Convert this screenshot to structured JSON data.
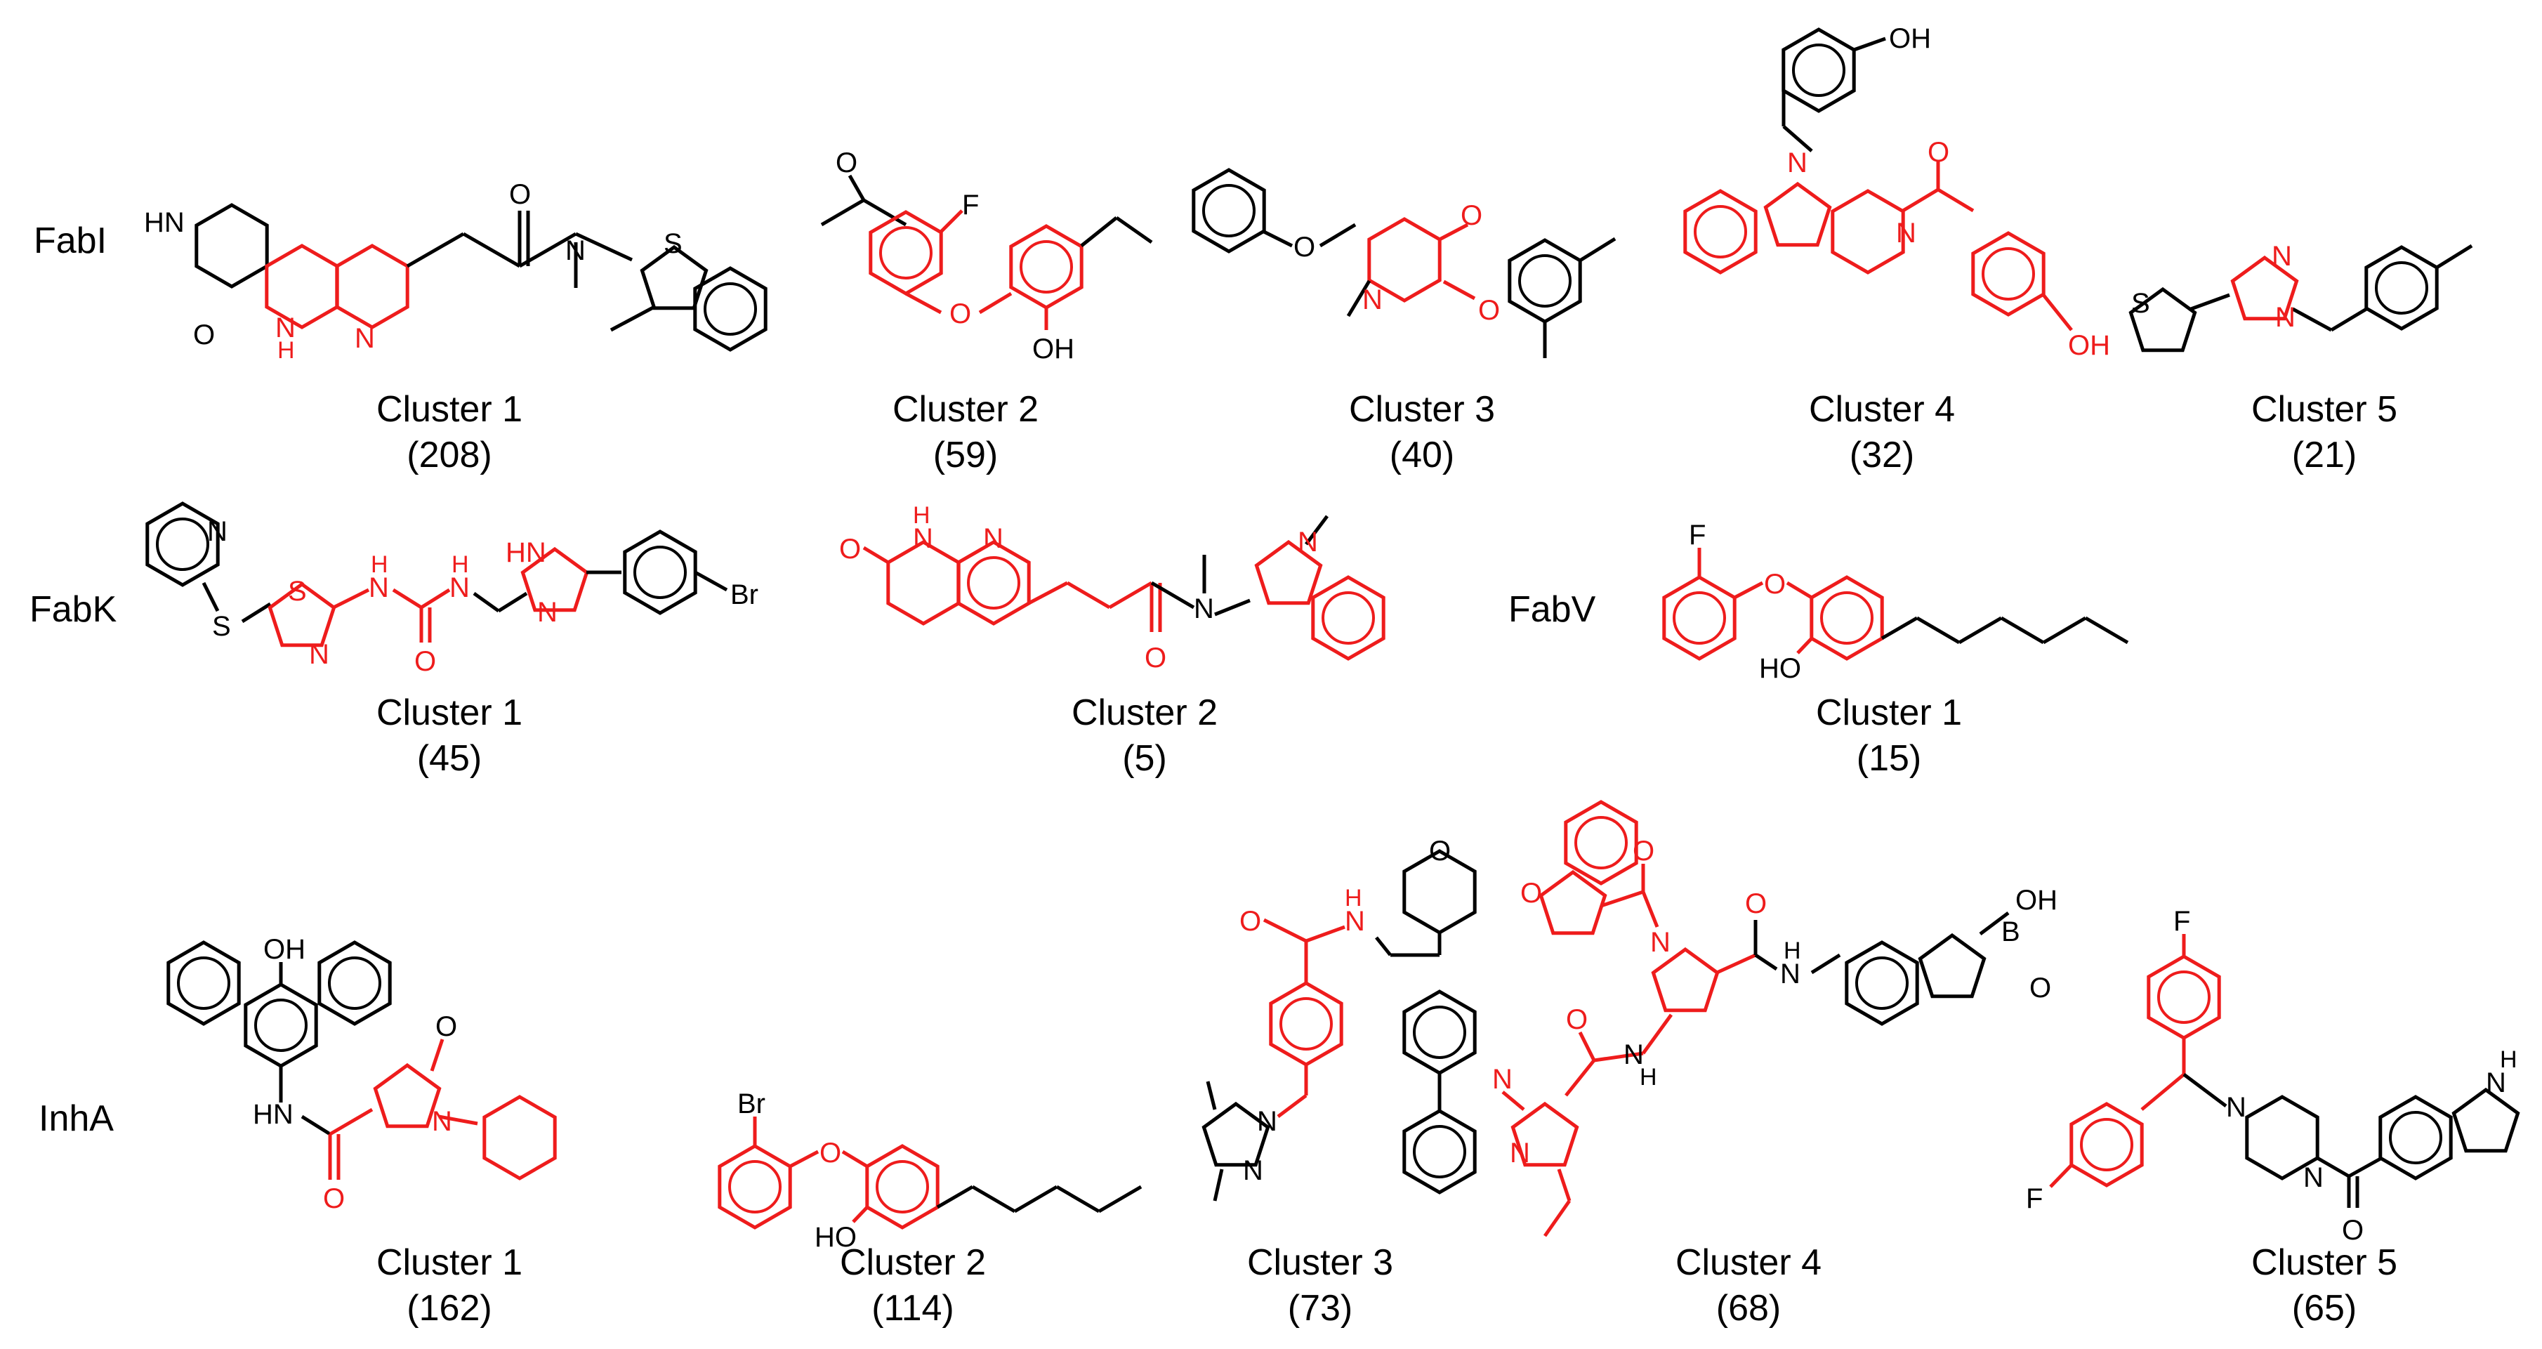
{
  "colors": {
    "core": "#ee1c1c",
    "substituent": "#000000",
    "background": "#ffffff"
  },
  "rows": [
    {
      "enzyme": "FabI",
      "clusters": [
        {
          "label": "Cluster 1",
          "count": "(208)",
          "atoms": [
            "HN",
            "O",
            "O",
            "N",
            "S",
            "N",
            "H",
            "N"
          ]
        },
        {
          "label": "Cluster 2",
          "count": "(59)",
          "atoms": [
            "O",
            "F",
            "O",
            "OH"
          ]
        },
        {
          "label": "Cluster 3",
          "count": "(40)",
          "atoms": [
            "O",
            "O",
            "N",
            "O"
          ]
        },
        {
          "label": "Cluster 4",
          "count": "(32)",
          "atoms": [
            "OH",
            "N",
            "N",
            "O",
            "OH"
          ]
        },
        {
          "label": "Cluster 5",
          "count": "(21)",
          "atoms": [
            "S",
            "N",
            "N"
          ]
        }
      ]
    },
    {
      "enzyme": "FabK",
      "clusters": [
        {
          "label": "Cluster 1",
          "count": "(45)",
          "atoms": [
            "N",
            "S",
            "S",
            "N",
            "H",
            "N",
            "H",
            "N",
            "O",
            "HN",
            "N",
            "Br"
          ]
        },
        {
          "label": "Cluster 2",
          "count": "(5)",
          "atoms": [
            "O",
            "H",
            "N",
            "N",
            "N",
            "N",
            "O"
          ]
        }
      ]
    },
    {
      "enzyme": "FabV",
      "clusters": [
        {
          "label": "Cluster 1",
          "count": "(15)",
          "atoms": [
            "F",
            "O",
            "HO"
          ]
        }
      ]
    },
    {
      "enzyme": "InhA",
      "clusters": [
        {
          "label": "Cluster 1",
          "count": "(162)",
          "atoms": [
            "OH",
            "O",
            "N",
            "HN",
            "O"
          ]
        },
        {
          "label": "Cluster 2",
          "count": "(114)",
          "atoms": [
            "Br",
            "O",
            "HO"
          ]
        },
        {
          "label": "Cluster 3",
          "count": "(73)",
          "atoms": [
            "O",
            "O",
            "H",
            "N",
            "N",
            "N"
          ]
        },
        {
          "label": "Cluster 4",
          "count": "(68)",
          "atoms": [
            "O",
            "O",
            "N",
            "O",
            "H",
            "N",
            "B",
            "OH",
            "O",
            "N",
            "N",
            "O",
            "H",
            "N"
          ]
        },
        {
          "label": "Cluster 5",
          "count": "(65)",
          "atoms": [
            "F",
            "F",
            "N",
            "N",
            "O",
            "H",
            "N"
          ]
        }
      ]
    }
  ]
}
